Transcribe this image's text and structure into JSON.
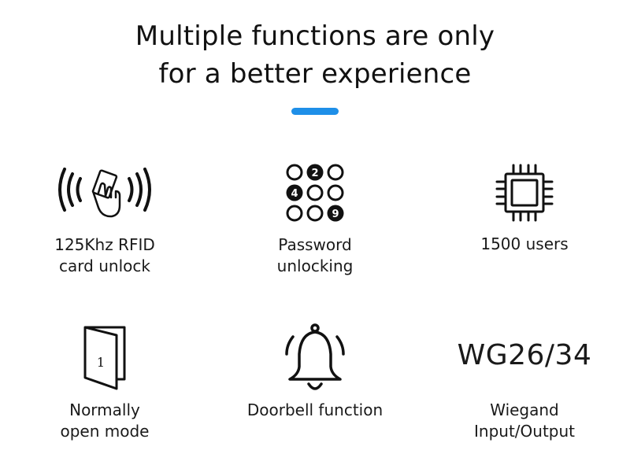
{
  "headline": {
    "line1": "Multiple functions are only",
    "line2": "for a better experience"
  },
  "colors": {
    "accent": "#1e8fe8",
    "text": "#1a1a1a"
  },
  "features": [
    {
      "icon": "rfid-card-icon",
      "label_lines": [
        "125Khz RFID",
        "card unlock"
      ]
    },
    {
      "icon": "keypad-icon",
      "keypad_digits": [
        "2",
        "4",
        "9"
      ],
      "label_lines": [
        "Password",
        "unlocking"
      ]
    },
    {
      "icon": "chip-icon",
      "label_lines": [
        "1500 users"
      ]
    },
    {
      "icon": "door-icon",
      "door_number": "1",
      "label_lines": [
        "Normally",
        "open mode"
      ]
    },
    {
      "icon": "bell-icon",
      "label_lines": [
        "Doorbell function"
      ]
    },
    {
      "icon": "wiegand-text",
      "icon_text": "WG26/34",
      "label_lines": [
        "Wiegand",
        "Input/Output"
      ]
    }
  ]
}
